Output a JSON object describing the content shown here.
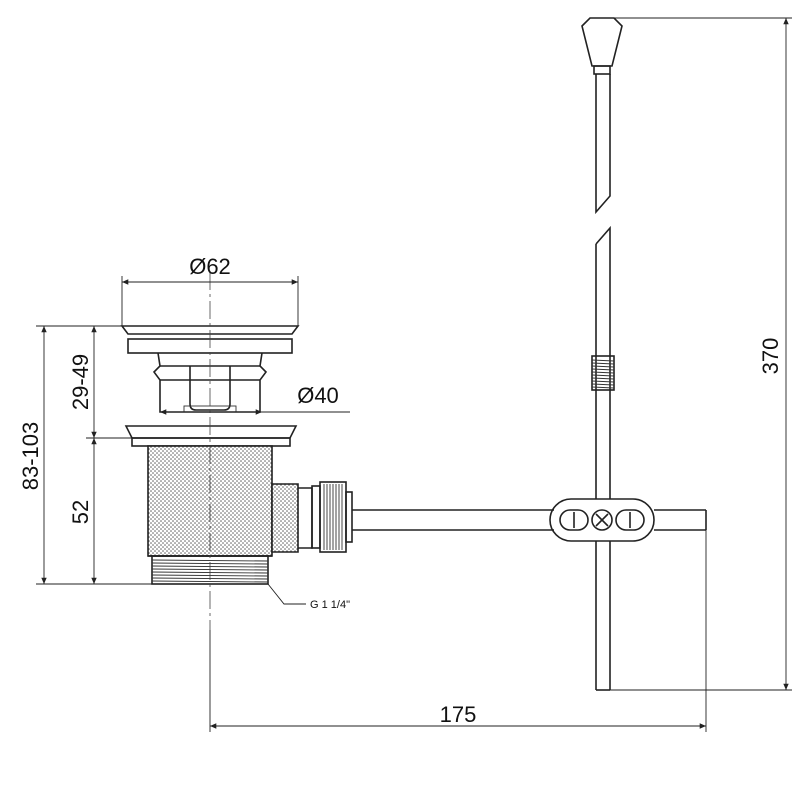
{
  "dimensions": {
    "top_diameter": "Ø62",
    "inner_diameter": "Ø40",
    "adjust_range": "29-49",
    "total_height": "83-103",
    "body_height": "52",
    "thread": "G 1 1/4\"",
    "rod_height": "370",
    "horizontal_length": "175"
  }
}
